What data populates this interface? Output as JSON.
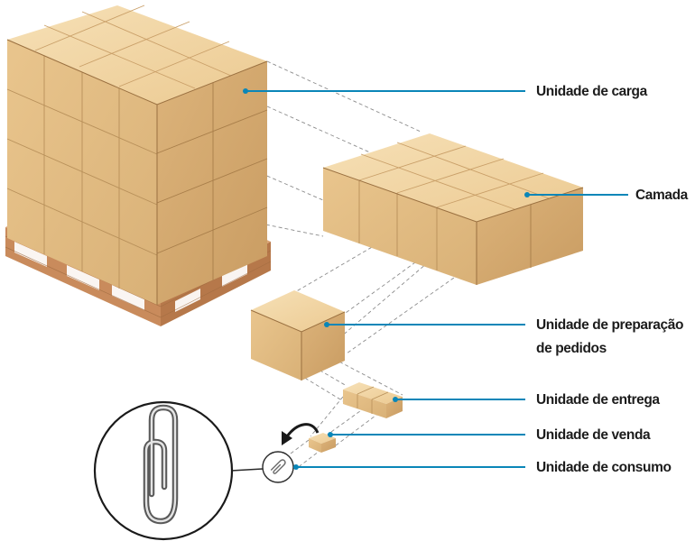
{
  "labels": {
    "unit_load": "Unidade de carga",
    "layer": "Camada",
    "picking_unit_line1": "Unidade de preparação",
    "picking_unit_line2": "de pedidos",
    "delivery_unit": "Unidade de entrega",
    "sales_unit": "Unidade de venda",
    "consumption_unit": "Unidade de consumo"
  },
  "colors": {
    "leader_line": "#0a86b8",
    "box_top": "#f3d8a8",
    "box_left": "#e2bc83",
    "box_right": "#cfa26b",
    "box_edge": "#b48650",
    "pallet": "#c98b5c",
    "dash": "#8c8c8c"
  },
  "icons": {
    "arrow": "curved-arrow-icon",
    "paperclip": "paperclip-icon"
  }
}
